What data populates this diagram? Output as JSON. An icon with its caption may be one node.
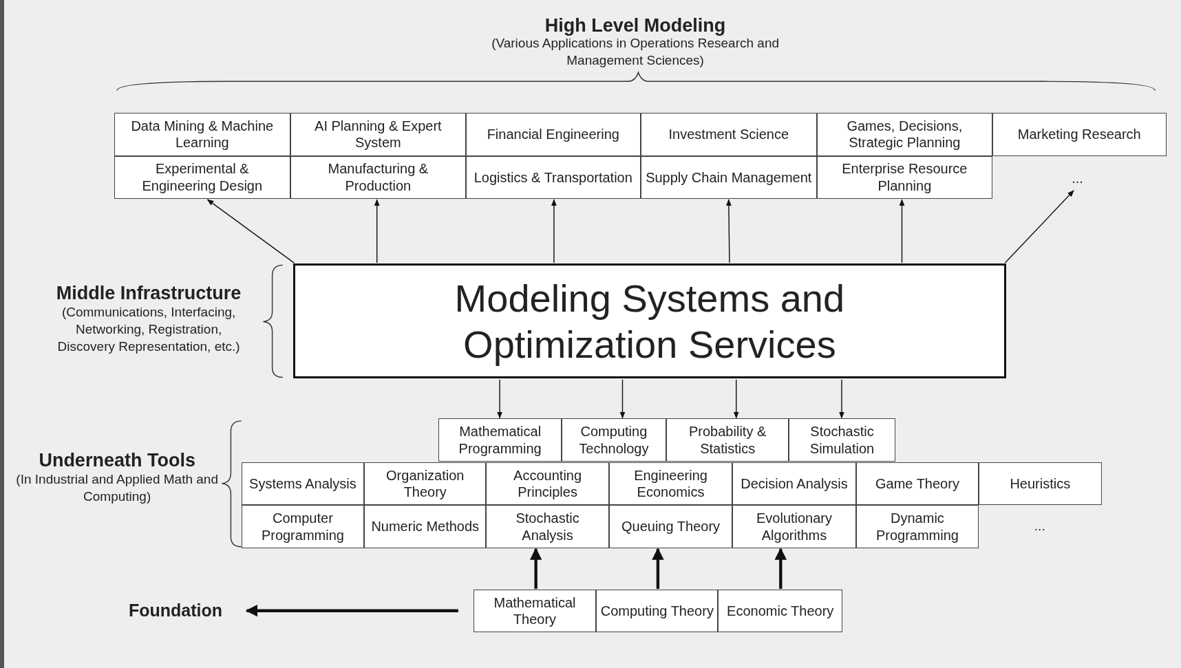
{
  "diagram": {
    "nodes": [
      {
        "text": [
          "Data Mining & Machine Learning"
        ]
      },
      {
        "text": [
          "AI Planning & Expert System"
        ]
      },
      {
        "text": [
          "Financial Engineering"
        ]
      },
      {
        "text": [
          "Investment Science"
        ]
      },
      {
        "text": [
          "Games, Decisions, Strategic Planning"
        ]
      },
      {
        "text": [
          "Marketing Research"
        ]
      },
      {
        "text": [
          "Experimental & Engineering Design"
        ]
      },
      {
        "text": [
          "Manufacturing & Production"
        ]
      },
      {
        "text": [
          "Logistics & Transportation"
        ]
      },
      {
        "text": [
          "Supply Chain Management"
        ]
      },
      {
        "text": [
          "Enterprise Resource Planning"
        ]
      },
      {
        "text": [
          "..."
        ]
      },
      {
        "text": [
          "Modeling Systems and Optimization Services"
        ]
      },
      {
        "text": [
          "Mathematical Programming"
        ]
      },
      {
        "text": [
          "Computing Technology"
        ]
      },
      {
        "text": [
          "Probability & Statistics"
        ]
      },
      {
        "text": [
          "Stochastic Simulation"
        ]
      },
      {
        "text": [
          "Systems Analysis"
        ]
      },
      {
        "text": [
          "Organization Theory"
        ]
      },
      {
        "text": [
          "Accounting Principles"
        ]
      },
      {
        "text": [
          "Engineering Economics"
        ]
      },
      {
        "text": [
          "Decision Analysis"
        ]
      },
      {
        "text": [
          "Game Theory"
        ]
      },
      {
        "text": [
          "Heuristics"
        ]
      },
      {
        "text": [
          "Computer Programming"
        ]
      },
      {
        "text": [
          "Numeric Methods"
        ]
      },
      {
        "text": [
          "Stochastic Analysis"
        ]
      },
      {
        "text": [
          "Queuing Theory"
        ]
      },
      {
        "text": [
          "Evolutionary Algorithms"
        ]
      },
      {
        "text": [
          "Dynamic Programming"
        ]
      },
      {
        "text": [
          "Mathematical Theory"
        ]
      },
      {
        "text": [
          "Computing Theory"
        ]
      },
      {
        "text": [
          "Economic Theory"
        ]
      },
      {
        "text": [
          "Foundation"
        ]
      }
    ],
    "edges": [
      {
        "from": 12,
        "to": 6,
        "arrow": "to"
      },
      {
        "from": 12,
        "to": 7,
        "arrow": "to"
      },
      {
        "from": 12,
        "to": 8,
        "arrow": "to"
      },
      {
        "from": 12,
        "to": 9,
        "arrow": "to"
      },
      {
        "from": 12,
        "to": 10,
        "arrow": "to"
      },
      {
        "from": 12,
        "to": 11,
        "arrow": "to"
      },
      {
        "from": 12,
        "to": 13,
        "arrow": "to"
      },
      {
        "from": 12,
        "to": 14,
        "arrow": "to"
      },
      {
        "from": 12,
        "to": 15,
        "arrow": "to"
      },
      {
        "from": 12,
        "to": 16,
        "arrow": "to"
      },
      {
        "from": 30,
        "to": 26,
        "arrow": "to",
        "style": "thick"
      },
      {
        "from": 31,
        "to": 27,
        "arrow": "to",
        "style": "thick"
      },
      {
        "from": 32,
        "to": 28,
        "arrow": "to",
        "style": "thick"
      },
      {
        "from": null,
        "to": 33,
        "arrow": "to",
        "style": "thick"
      }
    ],
    "labels": [
      "High Level Modeling",
      "(Various Applications in Operations Research and Management Sciences)",
      "Middle Infrastructure",
      "(Communications, Interfacing, Networking, Registration, Discovery Representation, etc.)",
      "Underneath Tools",
      "(In Industrial and Applied Math and Computing)",
      "..."
    ]
  }
}
